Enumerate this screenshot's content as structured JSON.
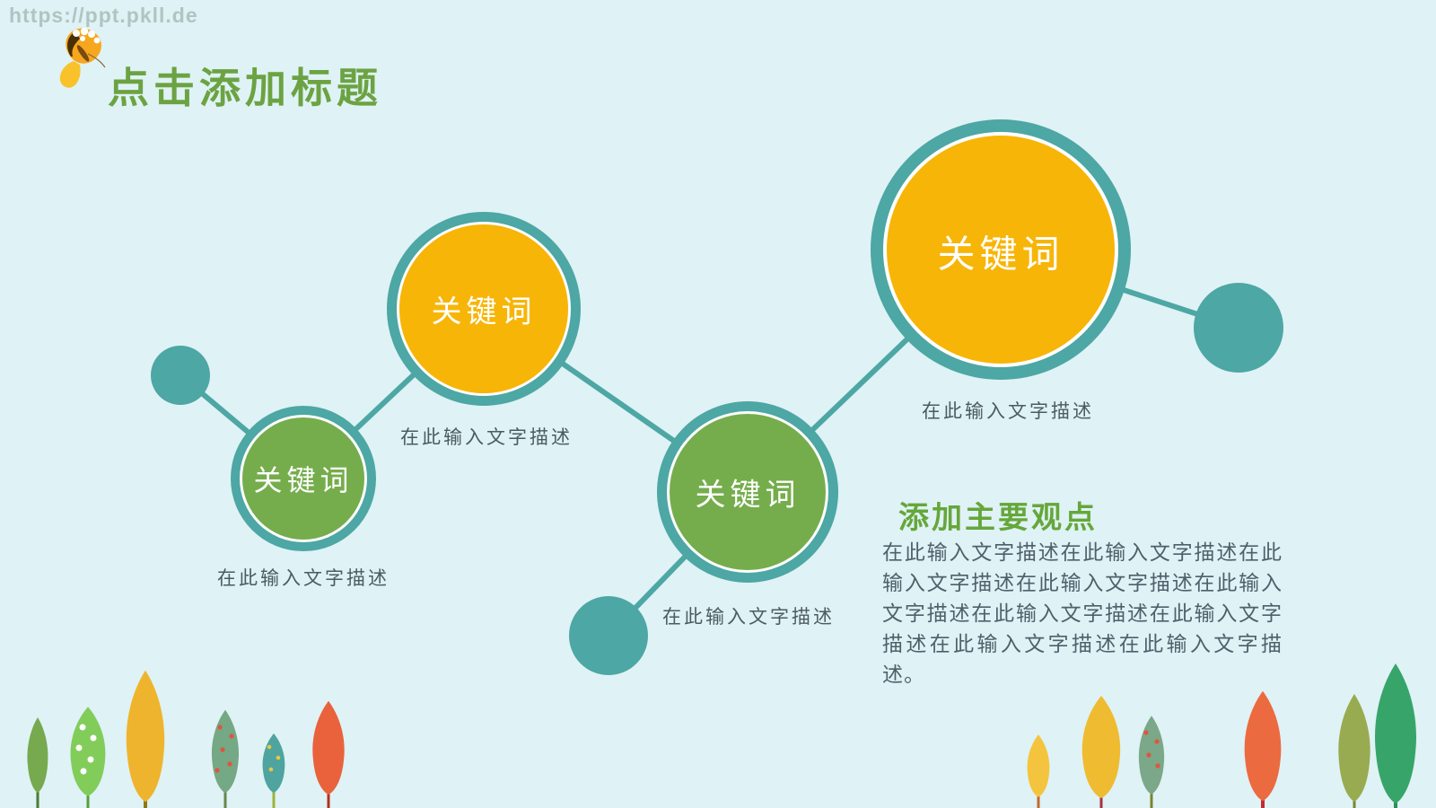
{
  "watermark": {
    "text": "https://ppt.pkll.de"
  },
  "header": {
    "title": "点击添加标题"
  },
  "colors": {
    "background": "#DFF2F5",
    "teal": "#4DA7A4",
    "yellow": "#F7B507",
    "green": "#75AD4C",
    "node_label_text": "#FFFFFF",
    "caption_text": "#4C5B63",
    "title_text": "#6CA342",
    "heading_text": "#65A73A",
    "body_text": "#50606B",
    "watermark_text": "#9FB6B1"
  },
  "diagram": {
    "nodes": [
      {
        "id": "keyword-green-left",
        "label": "关键词",
        "caption": "在此输入文字描述"
      },
      {
        "id": "keyword-yellow-mid",
        "label": "关键词",
        "caption": "在此输入文字描述"
      },
      {
        "id": "keyword-green-mid",
        "label": "关键词",
        "caption": "在此输入文字描述"
      },
      {
        "id": "keyword-yellow-big",
        "label": "关键词",
        "caption": "在此输入文字描述"
      }
    ]
  },
  "summary": {
    "heading": "添加主要观点",
    "body": "在此输入文字描述在此输入文字描述在此输入文字描述在此输入文字描述在此输入文字描述在此输入文字描述在此输入文字描述在此输入文字描述在此输入文字描述。"
  },
  "decor": {
    "leaves_left": [
      {
        "name": "green-leaf",
        "color": "#77A94F",
        "stem": "#4E7A35"
      },
      {
        "name": "heart-leaf",
        "color": "#82CD5A",
        "stem": "#56A03C"
      },
      {
        "name": "tall-yellow-leaf",
        "color": "#EFB42D",
        "stem": "#8A7A1E"
      },
      {
        "name": "red-dot-leaf",
        "color": "#75A884",
        "stem": "#67864A"
      },
      {
        "name": "teal-dot-leaf",
        "color": "#4FA4A0",
        "stem": "#9EB23C"
      },
      {
        "name": "orange-leaf",
        "color": "#E9623C",
        "stem": "#B0321F"
      }
    ],
    "leaves_right": [
      {
        "name": "small-yellow-leaf",
        "color": "#F5C43E",
        "stem": "#C06A2E"
      },
      {
        "name": "yellow-leaf",
        "color": "#EFBB30",
        "stem": "#A83240"
      },
      {
        "name": "red-dot-leaf",
        "color": "#7AA888",
        "stem": "#79862E"
      },
      {
        "name": "orange-leaf",
        "color": "#EC6A40",
        "stem": "#C22B35"
      },
      {
        "name": "olive-leaf",
        "color": "#98AB50",
        "stem": "#79862E"
      },
      {
        "name": "big-green-leaf",
        "color": "#37A56A",
        "stem": "#2F8F5B"
      }
    ]
  }
}
